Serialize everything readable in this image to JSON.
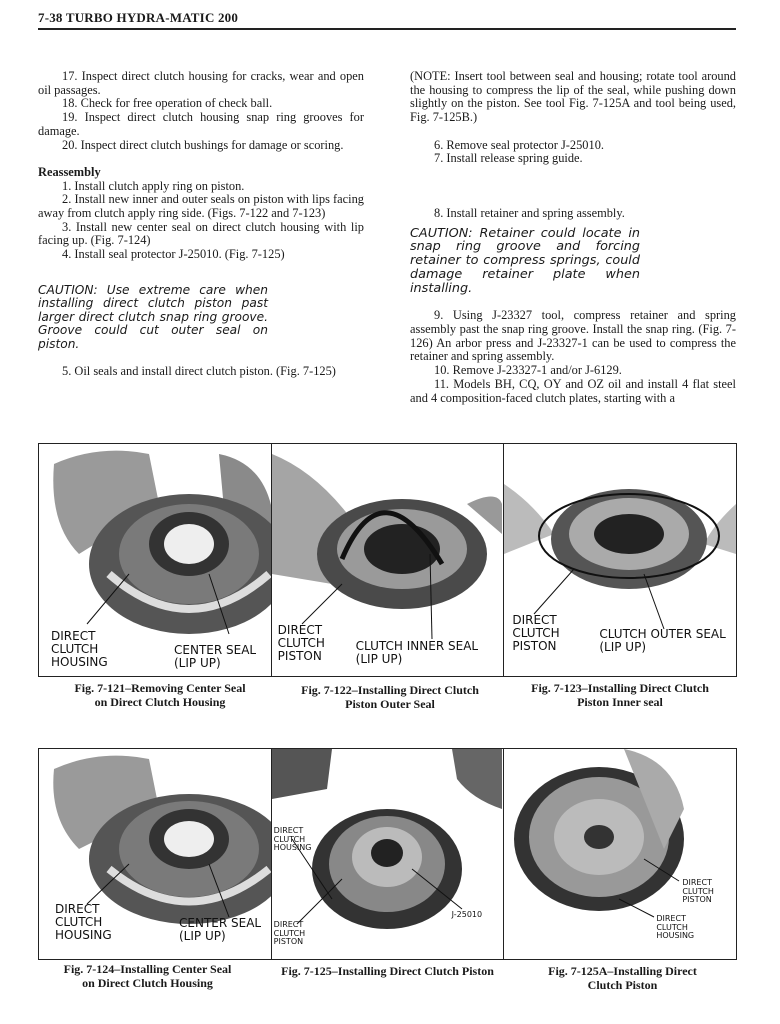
{
  "header": {
    "title": "7-38  TURBO HYDRA-MATIC 200"
  },
  "left": {
    "p17": "17. Inspect direct clutch housing for cracks, wear and open oil passages.",
    "p18": "18. Check for free operation of check ball.",
    "p19": "19. Inspect direct clutch housing snap ring grooves for damage.",
    "p20": "20. Inspect direct clutch bushings for damage or scoring.",
    "heading": "Reassembly",
    "r1": "1. Install clutch apply ring on piston.",
    "r2": "2. Install new inner and outer seals on piston with lips facing away from clutch apply ring side. (Figs. 7-122 and 7-123)",
    "r3": "3. Install new center seal on direct clutch housing with lip facing up. (Fig. 7-124)",
    "r4": "4. Install seal protector J-25010. (Fig. 7-125)",
    "caution": "CAUTION:  Use extreme care when installing direct clutch piston past larger direct clutch snap ring groove. Groove could cut outer seal on piston.",
    "r5": "5. Oil seals and install direct clutch piston. (Fig. 7-125)"
  },
  "right": {
    "note": "(NOTE: Insert tool between seal and housing; rotate tool around the housing to compress the lip of the seal, while pushing down slightly on the piston. See tool Fig. 7-125A and tool being used, Fig. 7-125B.)",
    "r6": "6. Remove seal protector J-25010.",
    "r7": "7. Install release spring guide.",
    "r8": "8. Install retainer and spring assembly.",
    "caution": "CAUTION: Retainer could locate in snap ring groove and forcing retainer to compress springs, could damage retainer plate when installing.",
    "r9": "9. Using J-23327 tool, compress retainer and spring assembly past the snap ring groove. Install the snap ring. (Fig. 7-126) An arbor press and J-23327-1 can be used to compress the retainer and spring assembly.",
    "r10": "10. Remove J-23327-1 and/or J-6129.",
    "r11": "11. Models BH, CQ, OY and OZ oil and install 4 flat steel and 4 composition-faced clutch plates, starting with a"
  },
  "figures": [
    {
      "caption1": "Fig. 7-121–Removing Center Seal",
      "caption2": "on Direct Clutch Housing",
      "labels": [
        "DIRECT\nCLUTCH\nHOUSING",
        "CENTER SEAL\n(LIP UP)"
      ]
    },
    {
      "caption1": "Fig. 7-122–Installing Direct Clutch",
      "caption2": "Piston Outer Seal",
      "labels": [
        "DIRECT\nCLUTCH\nPISTON",
        "CLUTCH INNER SEAL\n(LIP UP)"
      ]
    },
    {
      "caption1": "Fig. 7-123–Installing Direct Clutch",
      "caption2": "Piston Inner seal",
      "labels": [
        "DIRECT\nCLUTCH\nPISTON",
        "CLUTCH OUTER SEAL\n(LIP UP)"
      ]
    },
    {
      "caption1": "Fig. 7-124–Installing Center Seal",
      "caption2": "on Direct Clutch Housing",
      "labels": [
        "DIRECT\nCLUTCH\nHOUSING",
        "CENTER SEAL\n(LIP UP)"
      ]
    },
    {
      "caption1": "Fig. 7-125–Installing Direct Clutch Piston",
      "caption2": "",
      "labels": [
        "DIRECT\nCLUTCH\nHOUSING",
        "DIRECT\nCLUTCH\nPISTON",
        "J-25010"
      ]
    },
    {
      "caption1": "Fig. 7-125A–Installing Direct",
      "caption2": "Clutch Piston",
      "labels": [
        "DIRECT\nCLUTCH\nPISTON",
        "DIRECT\nCLUTCH\nHOUSING"
      ]
    }
  ]
}
